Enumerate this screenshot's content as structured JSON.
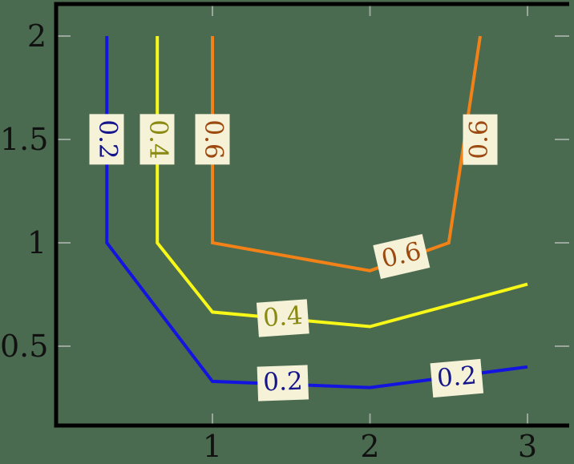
{
  "chart_data": {
    "type": "line",
    "title": "",
    "xlabel": "",
    "ylabel": "",
    "xlim": [
      0.05,
      3.3
    ],
    "ylim": [
      0.12,
      2.12
    ],
    "grid": false,
    "legend": "none",
    "xticks": [
      "1",
      "2",
      "3"
    ],
    "xtick_values": [
      1,
      2,
      3
    ],
    "yticks": [
      "0.5",
      "1",
      "1.5",
      "2"
    ],
    "ytick_values": [
      0.5,
      1,
      1.5,
      2
    ],
    "description": "Contour plot with three labelled iso-level curves at 0.2, 0.4 and 0.6",
    "series": [
      {
        "name": "0.2",
        "level": 0.2,
        "color": "#1414e0",
        "points": [
          [
            0.33,
            2.0
          ],
          [
            0.33,
            1.0
          ],
          [
            1.0,
            0.33
          ],
          [
            2.0,
            0.3
          ],
          [
            3.0,
            0.4
          ]
        ]
      },
      {
        "name": "0.4",
        "level": 0.4,
        "color": "#f7f718",
        "points": [
          [
            0.65,
            2.0
          ],
          [
            0.65,
            1.0
          ],
          [
            1.0,
            0.665
          ],
          [
            2.0,
            0.595
          ],
          [
            3.0,
            0.8
          ]
        ]
      },
      {
        "name": "0.6",
        "level": 0.6,
        "color": "#f28118",
        "points": [
          [
            1.0,
            2.0
          ],
          [
            1.0,
            1.0
          ],
          [
            2.0,
            0.865
          ],
          [
            2.5,
            1.0
          ],
          [
            2.7,
            2.0
          ]
        ]
      }
    ],
    "labels": [
      {
        "text": "0.2",
        "level": 0.2,
        "x": 0.33,
        "y": 1.5,
        "rotation": 90,
        "color": "#15158c"
      },
      {
        "text": "0.4",
        "level": 0.4,
        "x": 0.65,
        "y": 1.5,
        "rotation": 90,
        "color": "#8a8a12"
      },
      {
        "text": "0.6",
        "level": 0.6,
        "x": 1.0,
        "y": 1.5,
        "rotation": 90,
        "color": "#9c4a10"
      },
      {
        "text": "0.6",
        "level": 0.6,
        "x": 2.7,
        "y": 1.5,
        "rotation": -90,
        "color": "#9c4a10"
      },
      {
        "text": "0.6",
        "level": 0.6,
        "x": 2.2,
        "y": 0.935,
        "rotation": -13,
        "color": "#9c4a10"
      },
      {
        "text": "0.4",
        "level": 0.4,
        "x": 1.45,
        "y": 0.635,
        "rotation": -4,
        "color": "#8a8a12"
      },
      {
        "text": "0.2",
        "level": 0.2,
        "x": 1.45,
        "y": 0.32,
        "rotation": -2,
        "color": "#15158c"
      },
      {
        "text": "0.2",
        "level": 0.2,
        "x": 2.55,
        "y": 0.345,
        "rotation": -5,
        "color": "#15158c"
      }
    ],
    "colors": {
      "background": "#4a6b50",
      "axis": "#000000",
      "tick": "#9aa79c",
      "label_box": "#f5f2d8"
    }
  }
}
